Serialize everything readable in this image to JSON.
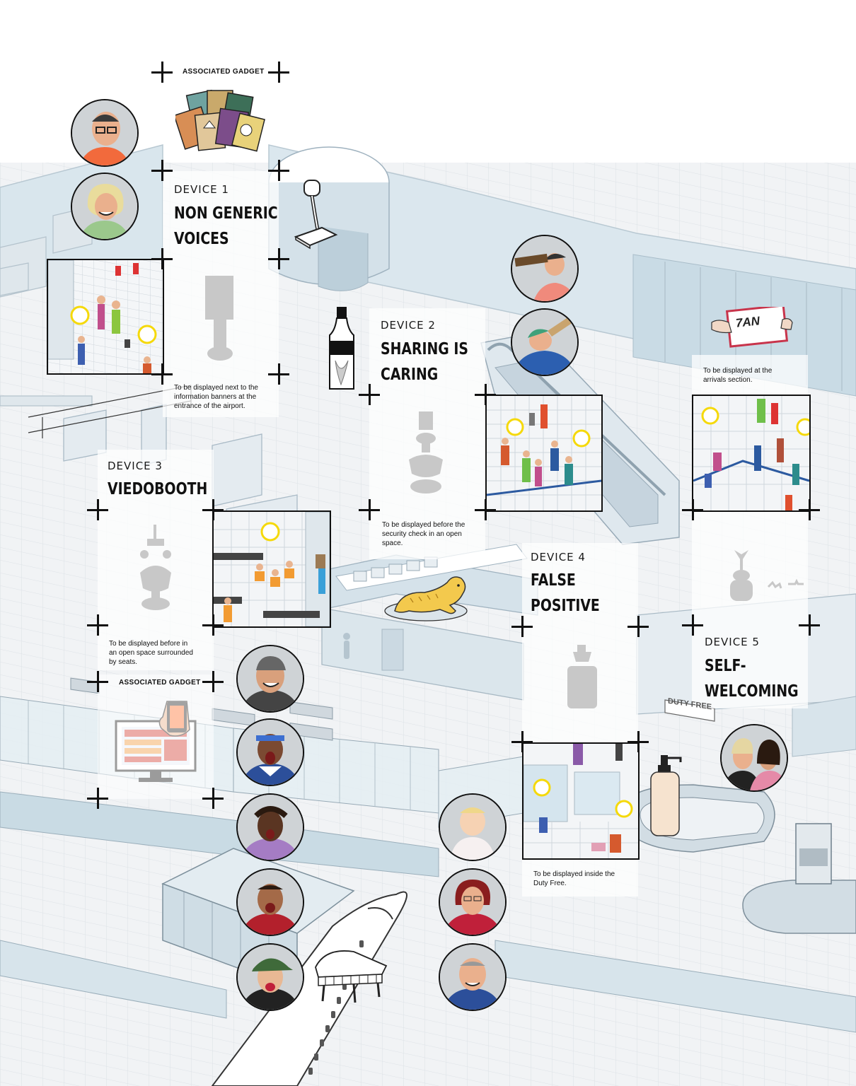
{
  "devices": [
    {
      "number_label": "DEVICE 1",
      "title_lines": [
        "NON GENERIC",
        "VOICES"
      ],
      "note_lines": [
        "To be displayed next to the",
        "information banners at the",
        "entrance of the airport."
      ]
    },
    {
      "number_label": "DEVICE 2",
      "title_lines": [
        "SHARING IS",
        "CARING"
      ],
      "note_lines": [
        "To be displayed before the",
        "security check in an open",
        "space."
      ]
    },
    {
      "number_label": "DEVICE 3",
      "title_lines": [
        "VIEDOBOOTH"
      ],
      "note_lines": [
        "To be displayed before in",
        "an open space surrounded",
        "by seats."
      ]
    },
    {
      "number_label": "DEVICE 4",
      "title_lines": [
        "FALSE",
        "POSITIVE"
      ],
      "note_lines": [
        "To be displayed inside the",
        "Duty Free."
      ]
    },
    {
      "number_label": "DEVICE 5",
      "title_lines": [
        "SELF-",
        "WELCOMING"
      ],
      "note_lines": [
        "To be displayed at the",
        "arrivals section."
      ]
    }
  ],
  "gadget_labels": [
    "ASSOCIATED GADGET",
    "ASSOCIATED GADGET"
  ],
  "signs": {
    "duty_free": "DUTY FREE",
    "name_card": "7AN"
  },
  "colors": {
    "floor": "#eef0f2",
    "walls": "#d6e3ea",
    "accent_yellow": "#f5d90a",
    "outline": "#111111"
  }
}
